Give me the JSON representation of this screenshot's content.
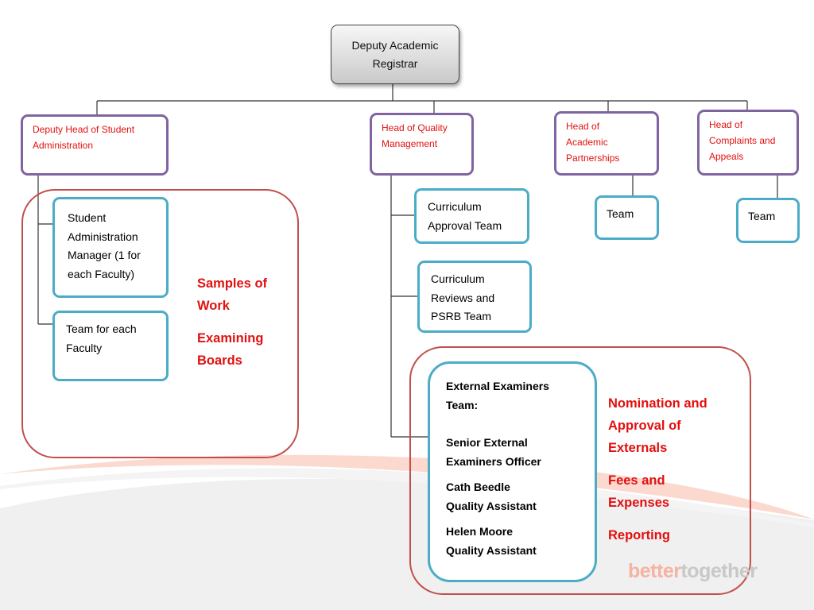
{
  "root": {
    "line1": "Deputy Academic",
    "line2": "Registrar"
  },
  "heads": {
    "student_admin": {
      "line1": "Deputy Head of Student",
      "line2": "Administration"
    },
    "quality": {
      "line1": "Head of Quality",
      "line2": "Management"
    },
    "academic": {
      "line1": "Head of",
      "line2": "Academic",
      "line3": "Partnerships"
    },
    "complaints": {
      "line1": "Head of",
      "line2": "Complaints and",
      "line3": "Appeals"
    }
  },
  "student_admin_group": {
    "manager": {
      "line1": "Student",
      "line2": "Administration",
      "line3": "Manager (1 for",
      "line4": "each Faculty)"
    },
    "faculty_team": {
      "line1": "Team for each",
      "line2": "Faculty"
    },
    "notes": [
      {
        "line1": "Samples of",
        "line2": "Work"
      },
      {
        "line1": "Examining",
        "line2": "Boards"
      }
    ]
  },
  "quality_teams": {
    "curriculum_approval": {
      "line1": "Curriculum",
      "line2": "Approval Team"
    },
    "curriculum_reviews": {
      "line1": "Curriculum",
      "line2": "Reviews and",
      "line3": "PSRB Team"
    }
  },
  "external_examiners": {
    "title1": "External Examiners",
    "title2": "Team:",
    "members": [
      {
        "line1": "Senior External",
        "line2": "Examiners Officer"
      },
      {
        "line1": "Cath Beedle",
        "line2": "Quality Assistant"
      },
      {
        "line1": "Helen Moore",
        "line2": "Quality Assistant"
      }
    ],
    "notes": [
      {
        "line1": "Nomination and",
        "line2": "Approval of",
        "line3": "Externals"
      },
      {
        "line1": "Fees and",
        "line2": "Expenses"
      },
      {
        "line1": "Reporting"
      }
    ]
  },
  "academic_team": "Team",
  "complaints_team": "Team",
  "logo": {
    "part1": "better",
    "part2": "together"
  },
  "colors": {
    "head_border": "#8064a2",
    "team_border": "#4bacc6",
    "group_border": "#c0504d",
    "accent_text": "#e2100f"
  }
}
